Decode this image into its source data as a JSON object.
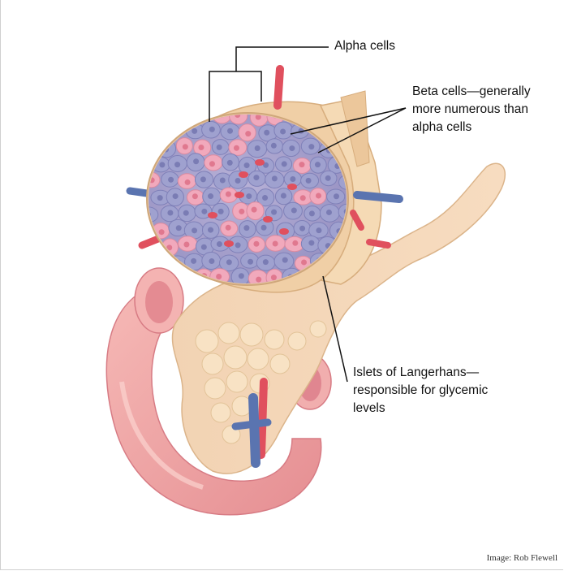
{
  "labels": {
    "alpha": "Alpha cells",
    "beta_line1": "Beta cells—generally",
    "beta_line2": "more numerous than",
    "beta_line3": "alpha cells",
    "islets_line1": "Islets of Langerhans—",
    "islets_line2": "responsible for glycemic",
    "islets_line3": "levels"
  },
  "credit": "Image: Rob Flewell",
  "colors": {
    "duct": "#eda4a3",
    "duct_dark": "#d67f86",
    "pancreas": "#f5dcb9",
    "pancreas_dark": "#e6c08f",
    "islet_bg": "#a8a3c9",
    "alpha_cell": "#f1a9bc",
    "beta_cell": "#9fa1cf",
    "artery": "#e0505e",
    "vein": "#5a74b0"
  }
}
